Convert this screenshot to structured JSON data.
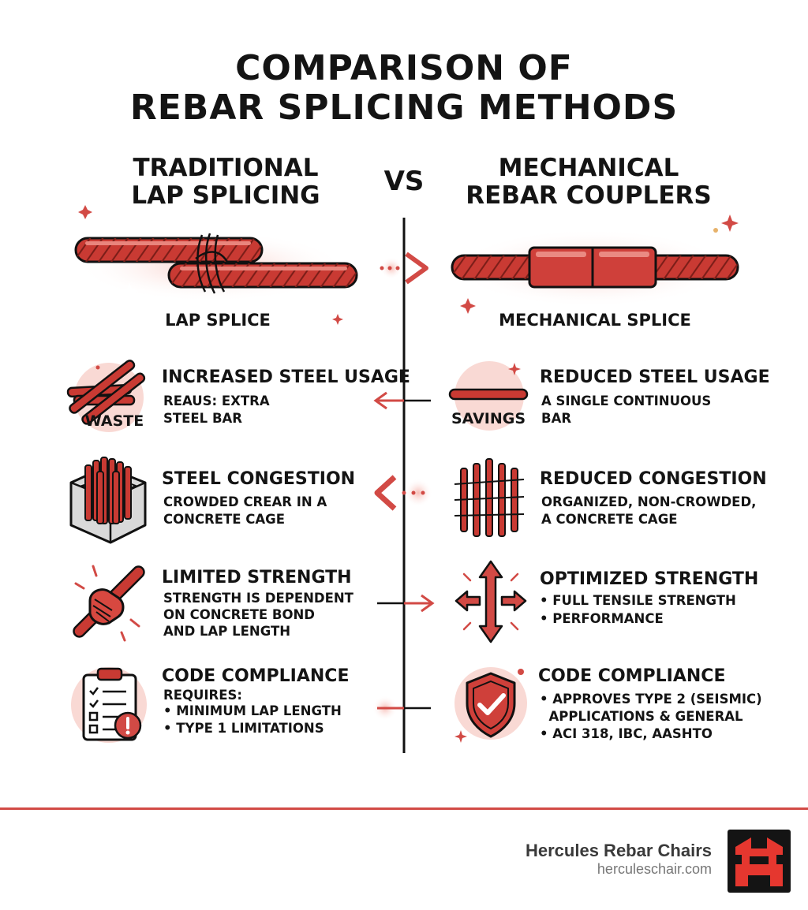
{
  "title": {
    "line1": "COMPARISON OF",
    "line2": "REBAR SPLICING METHODS"
  },
  "vs": "VS",
  "left": {
    "heading_line1": "TRADITIONAL",
    "heading_line2": "LAP SPLICING",
    "splice_label": "LAP SPLICE",
    "rows": [
      {
        "icon": "waste-bars-icon",
        "caption": "WASTE",
        "title": "INCREASED STEEL USAGE",
        "lines": [
          "REAUS: EXTRA",
          "STEEL BAR"
        ]
      },
      {
        "icon": "congested-cage-icon",
        "title": "STEEL CONGESTION",
        "lines": [
          "CROWDED CREAR IN A",
          "CONCRETE CAGE"
        ]
      },
      {
        "icon": "hand-grip-bar-icon",
        "title": "LIMITED STRENGTH",
        "lines": [
          "STRENGTH IS DEPENDENT",
          "ON CONCRETE BOND",
          "AND LAP LENGTH"
        ]
      },
      {
        "icon": "clipboard-warning-icon",
        "title": "CODE COMPLIANCE",
        "lines": [
          "REQUIRES:",
          "• MINIMUM LAP LENGTH",
          "• TYPE 1 LIMITATIONS"
        ]
      }
    ]
  },
  "right": {
    "heading_line1": "MECHANICAL",
    "heading_line2": "REBAR COUPLERS",
    "splice_label": "MECHANICAL SPLICE",
    "rows": [
      {
        "icon": "single-bar-icon",
        "caption": "SAVINGS",
        "title": "REDUCED STEEL USAGE",
        "lines": [
          "A SINGLE CONTINUOUS",
          "BAR"
        ]
      },
      {
        "icon": "organized-cage-icon",
        "title": "REDUCED CONGESTION",
        "lines": [
          "ORGANIZED, NON-CROWDED,",
          "A CONCRETE CAGE"
        ]
      },
      {
        "icon": "strength-arrows-icon",
        "title": "OPTIMIZED STRENGTH",
        "lines": [
          "• FULL TENSILE STRENGTH",
          "• PERFORMANCE"
        ]
      },
      {
        "icon": "shield-check-icon",
        "title": "CODE COMPLIANCE",
        "lines": [
          "• APPROVES TYPE 2 (SEISMIC)",
          "  APPLICATIONS & GENERAL",
          "• ACI 318, IBC, AASHTO"
        ]
      }
    ]
  },
  "footer": {
    "brand": "Hercules Rebar Chairs",
    "url": "herculeschair.com"
  },
  "colors": {
    "accent": "#d24a45",
    "bar": "#c93a33",
    "bar_dark": "#7a1d18",
    "text": "#141414",
    "glow": "#f6c9c3",
    "line": "#111111"
  }
}
